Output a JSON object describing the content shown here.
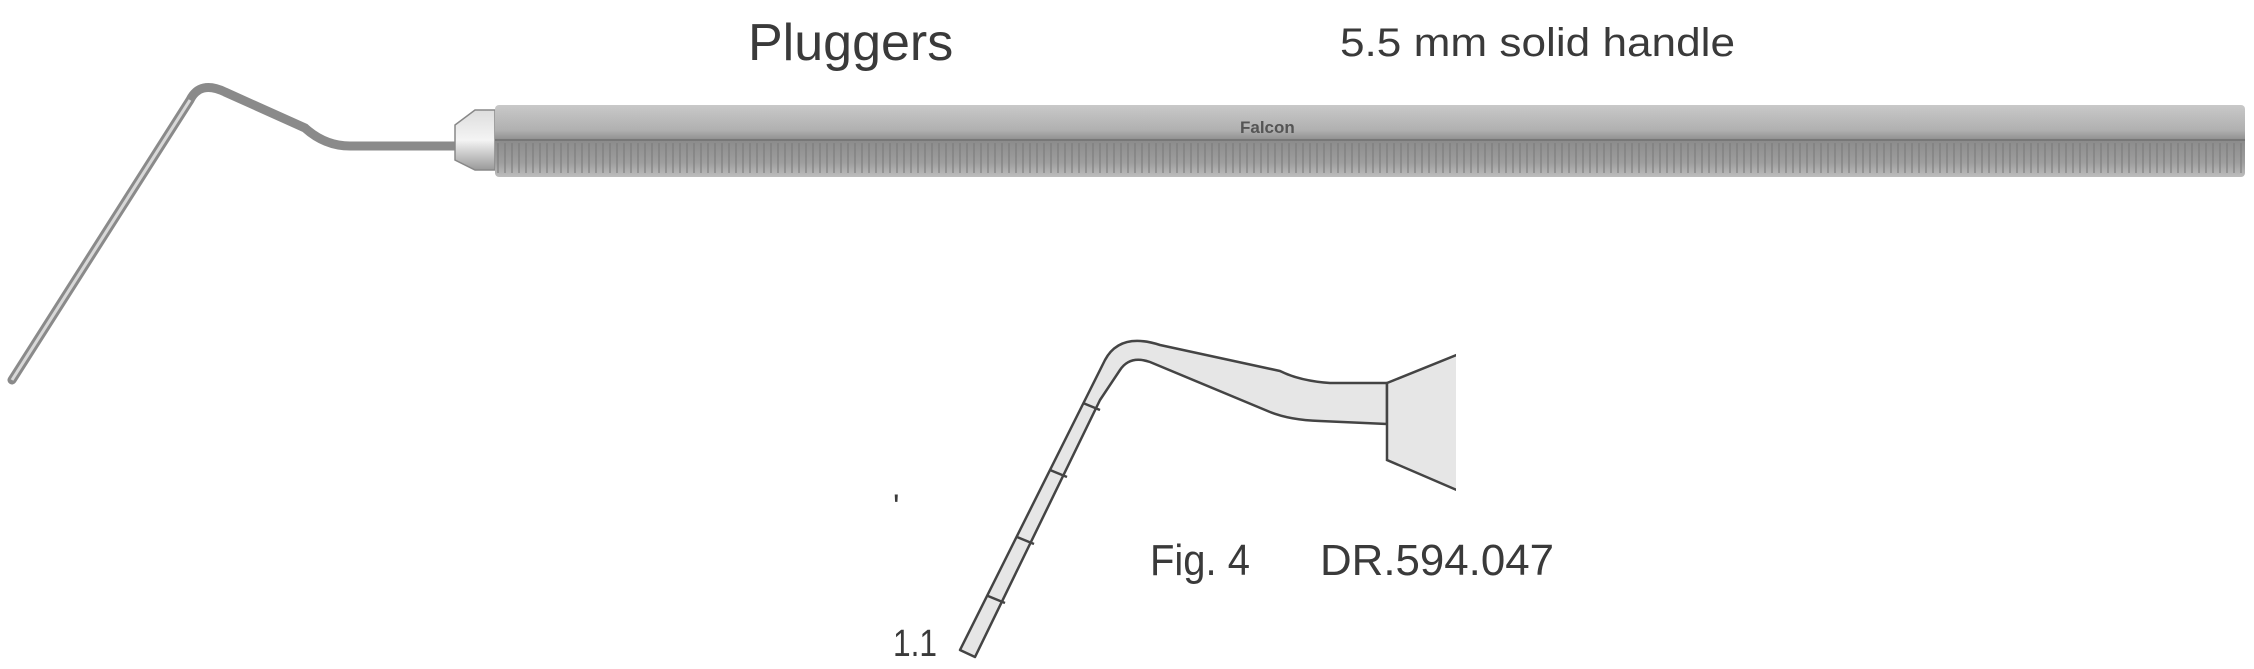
{
  "header": {
    "title": "Pluggers",
    "subtitle": "5.5 mm solid handle"
  },
  "instrument": {
    "brand": "Falcon"
  },
  "figure": {
    "label": "Fig. 4",
    "code": "DR.594.047",
    "tip_size": "1.1",
    "stray_mark": "'"
  },
  "colors": {
    "text": "#3a3a3a",
    "steel": "#9a9a9a",
    "outline": "#555555",
    "fill": "#e6e6e6"
  }
}
